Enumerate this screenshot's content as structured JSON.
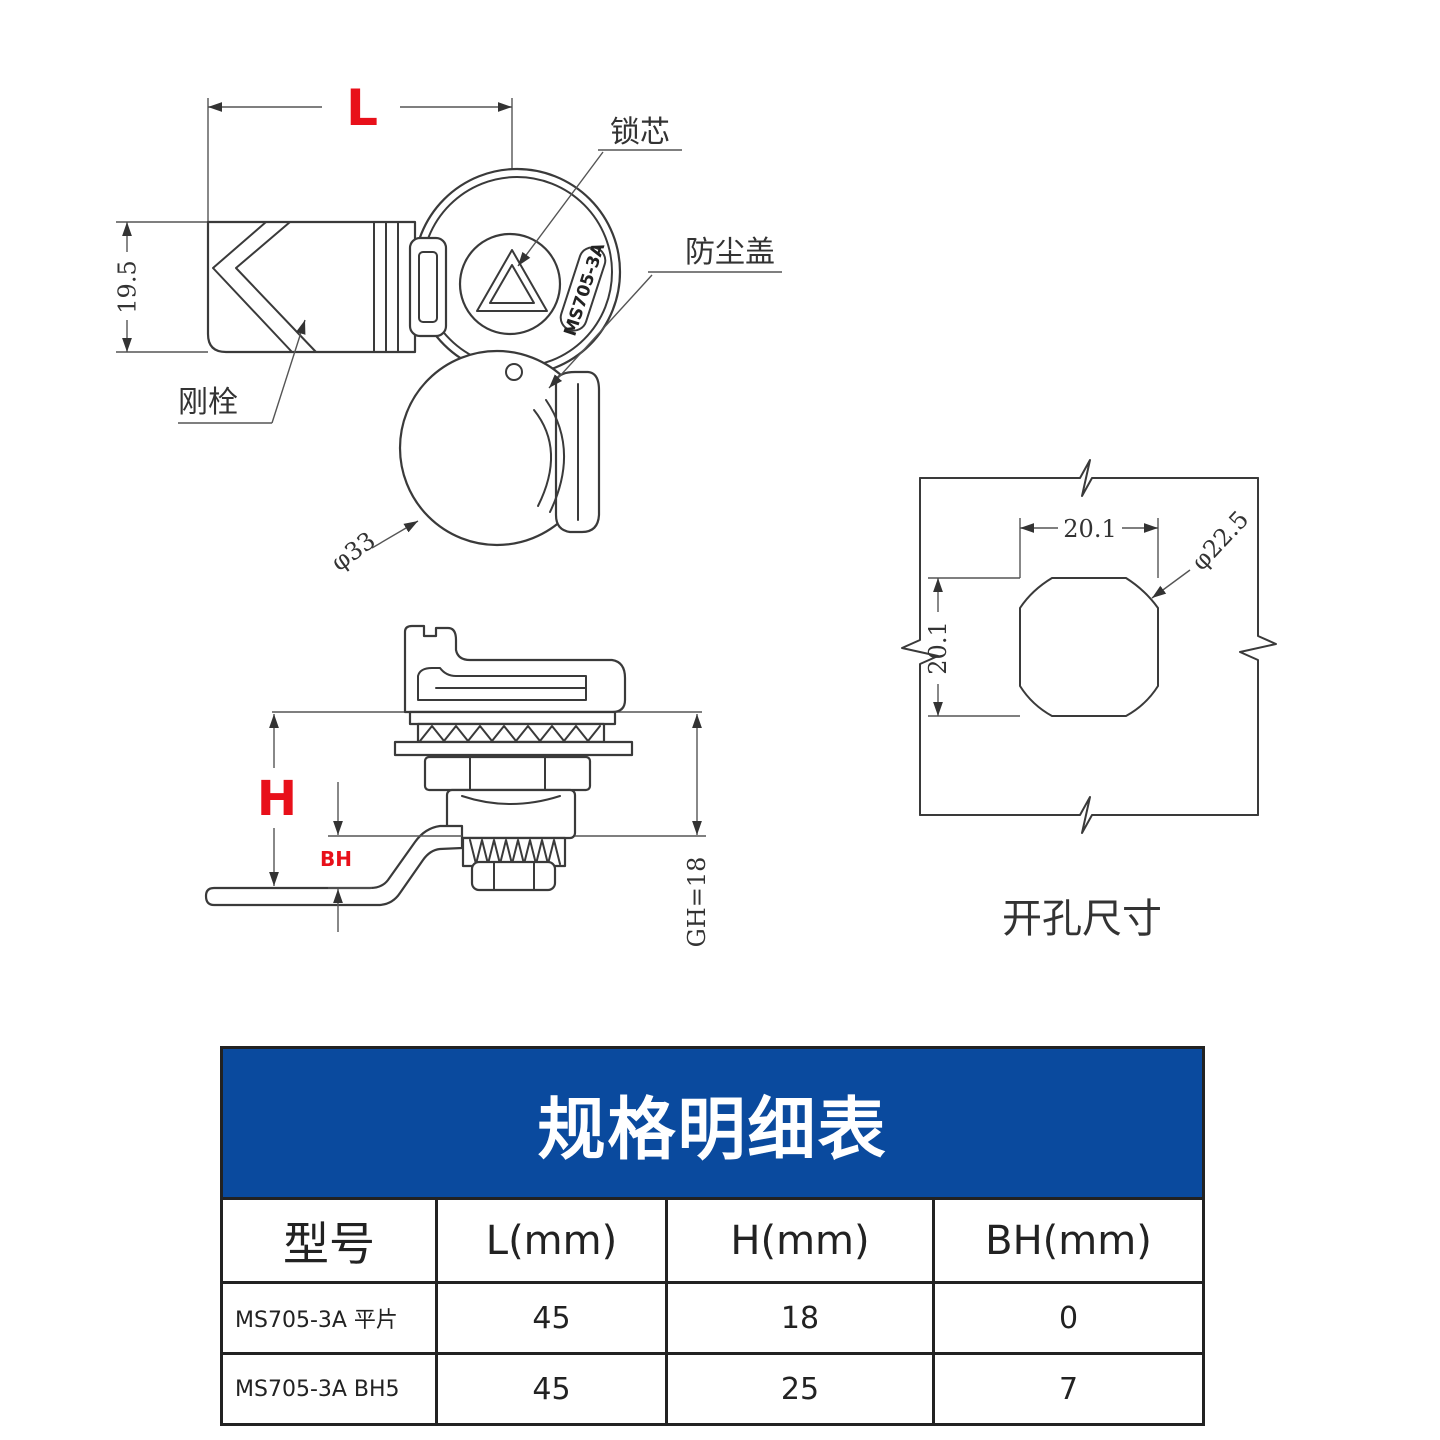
{
  "colors": {
    "table_header_bg": "#0A4A9E",
    "dimension_red": "#E8101A",
    "line": "#3a3a3a"
  },
  "top_view": {
    "dim_L": "L",
    "label_core": "锁芯",
    "label_dust_cover": "防尘盖",
    "dim_height": "19.5",
    "label_bolt": "刚栓",
    "model_mark": "MS705-3A",
    "dim_diameter": "φ33"
  },
  "side_view": {
    "dim_H": "H",
    "dim_BH": "BH",
    "dim_GH": "GH=18"
  },
  "cutout": {
    "dim_width": "20.1",
    "dim_diameter": "φ22.5",
    "dim_height": "20.1",
    "caption": "开孔尺寸"
  },
  "table": {
    "title": "规格明细表",
    "headers": [
      "型号",
      "L(mm)",
      "H(mm)",
      "BH(mm)"
    ],
    "rows": [
      [
        "MS705-3A 平片",
        "45",
        "18",
        "0"
      ],
      [
        "MS705-3A BH5",
        "45",
        "25",
        "7"
      ]
    ]
  }
}
